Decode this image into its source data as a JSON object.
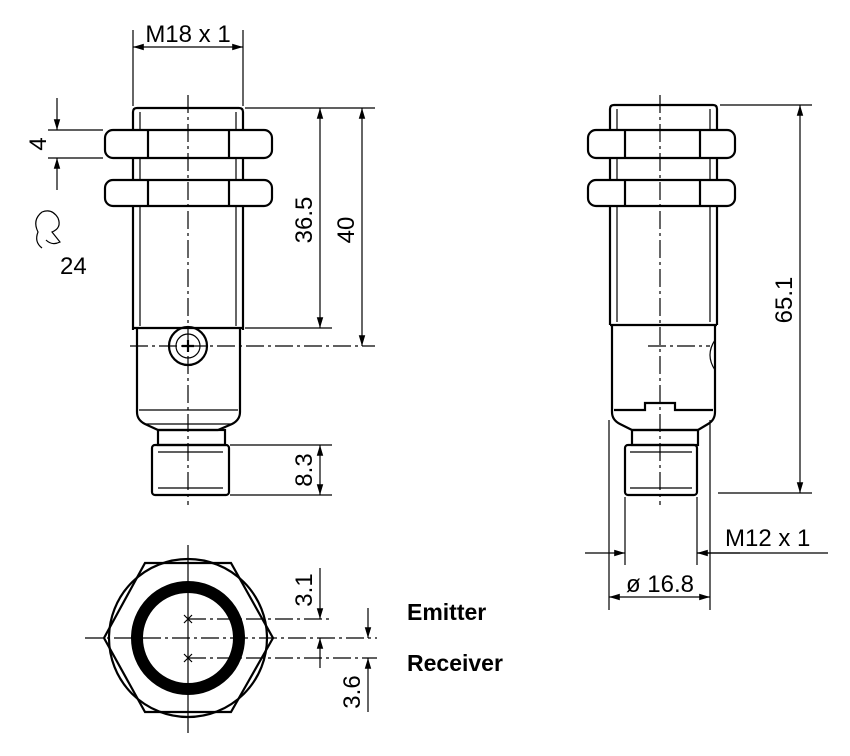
{
  "title": "Sensor dimensional drawing",
  "dimensions": {
    "thread_main": "M18 x 1",
    "nut_thickness": "4",
    "wrench_size": "24",
    "thread_length": "36.5",
    "body_to_center": "40",
    "connector_length": "8.3",
    "total_length": "65.1",
    "diameter": "ø 16.8",
    "thread_connector": "M12 x 1",
    "emitter_offset": "3.1",
    "receiver_offset": "3.6"
  },
  "labels": {
    "emitter": "Emitter",
    "receiver": "Receiver"
  },
  "icons": {
    "wrench": "wrench-icon"
  }
}
